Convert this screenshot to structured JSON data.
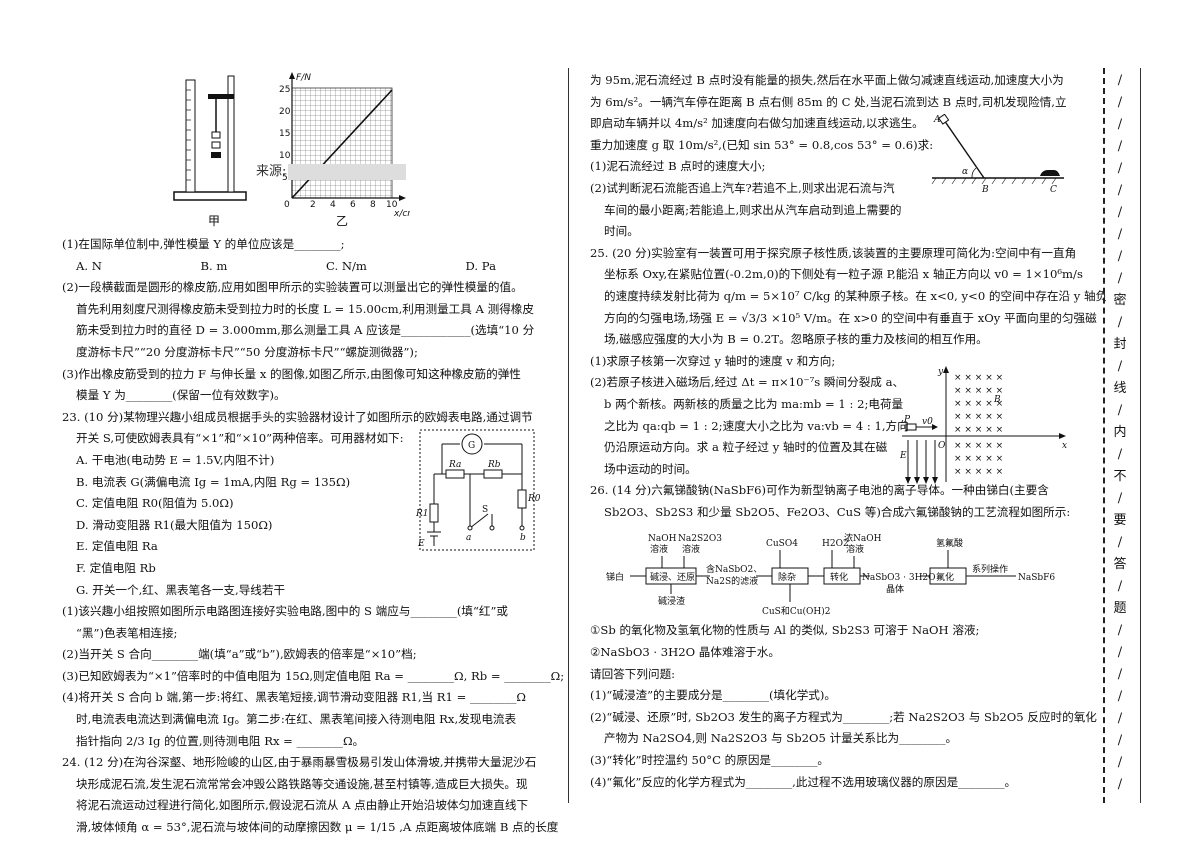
{
  "watermark": {
    "text": "来源:"
  },
  "fig22": {
    "label_jia": "甲",
    "label_yi": "乙",
    "axis_y": "F/N",
    "axis_x": "x/cm",
    "yticks": [
      "25",
      "20",
      "15",
      "10",
      "5",
      "0"
    ],
    "xticks": [
      "0",
      "2",
      "4",
      "6",
      "8",
      "10"
    ]
  },
  "q22": {
    "p1": "(1)在国际单位制中,弹性模量 Y 的单位应该是________;",
    "opts": [
      "A. N",
      "B. m",
      "C. N/m",
      "D. Pa"
    ],
    "p2a": "(2)一段横截面是圆形的橡皮筋,应用如图甲所示的实验装置可以测量出它的弹性模量的值。",
    "p2b": "首先利用刻度尺测得橡皮筋未受到拉力时的长度 L = 15.00cm,利用测量工具 A 测得橡皮",
    "p2c": "筋未受到拉力时的直径 D = 3.000mm,那么测量工具 A 应该是____________(选填“10 分",
    "p2d": "度游标卡尺”“20 分度游标卡尺”“50 分度游标卡尺”“螺旋测微器”);",
    "p3a": "(3)作出橡皮筋受到的拉力 F 与伸长量 x 的图像,如图乙所示,由图像可知这种橡皮筋的弹性",
    "p3b": "模量 Y 为________(保留一位有效数字)。"
  },
  "q23": {
    "l1": "23. (10 分)某物理兴趣小组成员根据手头的实验器材设计了如图所示的欧姆表电路,通过调节",
    "l2": "开关 S,可使欧姆表具有“×1”和“×10”两种倍率。可用器材如下:",
    "items": [
      "A. 干电池(电动势 E = 1.5V,内阻不计)",
      "B. 电流表 G(满偏电流 Ig = 1mA,内阻 Rg = 135Ω)",
      "C. 定值电阻 R0(阻值为 5.0Ω)",
      "D. 滑动变阻器 R1(最大阻值为 150Ω)",
      "E. 定值电阻 Ra",
      "F. 定值电阻 Rb",
      "G. 开关一个,红、黑表笔各一支,导线若干"
    ],
    "s1a": "(1)该兴趣小组按照如图所示电路图连接好实验电路,图中的 S 端应与________(填“红”或",
    "s1b": "“黑”)色表笔相连接;",
    "s2": "(2)当开关 S 合向________端(填“a”或“b”),欧姆表的倍率是“×10”档;",
    "s3": "(3)已知欧姆表为“×1”倍率时的中值电阻为 15Ω,则定值电阻 Ra = ________Ω, Rb = ________Ω;",
    "s4a": "(4)将开关 S 合向 b 端,第一步:将红、黑表笔短接,调节滑动变阻器 R1,当 R1 = ________Ω",
    "s4b": "时,电流表电流达到满偏电流 Ig。第二步:在红、黑表笔间接入待测电阻 Rx,发现电流表",
    "s4c": "指针指向 2/3 Ig 的位置,则待测电阻 Rx = ________Ω。",
    "circuit": {
      "G": "G",
      "Ra": "Ra",
      "Rb": "Rb",
      "R0": "R0",
      "R1": "R1",
      "E": "E",
      "S": "S",
      "a": "a",
      "b": "b"
    }
  },
  "q24": {
    "l1": "24. (12 分)在沟谷深壑、地形险峻的山区,由于暴雨暴雪极易引发山体滑坡,并携带大量泥沙石",
    "l2": "块形成泥石流,发生泥石流常常会冲毁公路铁路等交通设施,甚至村镇等,造成巨大损失。现",
    "l3": "将泥石流运动过程进行简化,如图所示,假设泥石流从 A 点由静止开始沿坡体匀加速直线下",
    "l4": "滑,坡体倾角 α = 53°,泥石流与坡体间的动摩擦因数 μ = 1/15 ,A 点距离坡体底端 B 点的长度",
    "r1": "为 95m,泥石流经过 B 点时没有能量的损失,然后在水平面上做匀减速直线运动,加速度大小为",
    "r2": "为 6m/s²。一辆汽车停在距离 B 点右侧 85m 的 C 处,当泥石流到达 B 点时,司机发现险情,立",
    "r3": "即启动车辆并以 4m/s² 加速度向右做匀加速直线运动,以求逃生。",
    "r4": "重力加速度 g 取 10m/s²,(已知 sin 53° = 0.8,cos 53° = 0.6)求:",
    "s1": "(1)泥石流经过 B 点时的速度大小;",
    "s2a": "(2)试判断泥石流能否追上汽车?若追不上,则求出泥石流与汽",
    "s2b": "车间的最小距离;若能追上,则求出从汽车启动到追上需要的",
    "s2c": "时间。",
    "fig": {
      "A": "A",
      "alpha": "α",
      "B": "B",
      "C": "C"
    }
  },
  "q25": {
    "l1": "25. (20 分)实验室有一装置可用于探究原子核性质,该装置的主要原理可简化为:空间中有一直角",
    "l2": "坐标系 Oxy,在紧贴位置(-0.2m,0)的下侧处有一粒子源 P,能沿 x 轴正方向以 v0 = 1×10⁶m/s",
    "l3": "的速度持续发射比荷为 q/m = 5×10⁷ C/kg 的某种原子核。在 x<0, y<0 的空间中存在沿 y 轴负",
    "l4": "方向的匀强电场,场强 E = √3/3 ×10⁵ V/m。在 x>0 的空间中有垂直于 xOy 平面向里的匀强磁",
    "l5": "场,磁感应强度的大小为 B = 0.2T。忽略原子核的重力及核间的相互作用。",
    "s1": "(1)求原子核第一次穿过 y 轴时的速度 v 和方向;",
    "s2a": "(2)若原子核进入磁场后,经过 Δt = π×10⁻⁷s 瞬间分裂成 a、",
    "s2b": "b 两个新核。两新核的质量之比为 ma:mb = 1 : 2;电荷量",
    "s2c": "之比为 qa:qb = 1 : 2;速度大小之比为 va:vb = 4 : 1,方向",
    "s2d": "仍沿原运动方向。求 a 粒子经过 y 轴时的位置及其在磁",
    "s2e": "场中运动的时间。",
    "fig": {
      "y": "y",
      "x": "x",
      "O": "O",
      "P": "P",
      "v0": "v0",
      "E": "E",
      "B": "B"
    }
  },
  "q26": {
    "l1": "26. (14 分)六氟锑酸钠(NaSbF6)可作为新型钠离子电池的离子导体。一种由锑白(主要含",
    "l2": "Sb2O3、Sb2S3 和少量 Sb2O5、Fe2O3、CuS 等)合成六氟锑酸钠的工艺流程如图所示:",
    "flow": {
      "in1": "NaOH",
      "in1b": "溶液",
      "in2": "Na2S2O3",
      "in2b": "溶液",
      "start": "锑白",
      "box1": "碱浸、还原",
      "mid1": "含NaSbO2、",
      "mid1b": "Na2S的滤液",
      "residue": "碱浸渣",
      "in3": "CuSO4",
      "in4": "H2O2",
      "in5": "浓NaOH",
      "in5b": "溶液",
      "box2": "除杂",
      "box3": "转化",
      "mid2": "NaSbO3 · 3H2O",
      "mid2b": "晶体",
      "out2": "CuS和Cu(OH)2",
      "in6": "氢氟酸",
      "box4": "氟化",
      "op": "系列操作",
      "end": "NaSbF6"
    },
    "n1": "①Sb 的氧化物及氢氧化物的性质与 Al 的类似, Sb2S3 可溶于 NaOH 溶液;",
    "n2": "②NaSbO3 · 3H2O 晶体难溶于水。",
    "ask": "请回答下列问题:",
    "s1": "(1)“碱浸渣”的主要成分是________(填化学式)。",
    "s2a": "(2)“碱浸、还原”时, Sb2O3 发生的离子方程式为________;若 Na2S2O3 与 Sb2O5 反应时的氧化",
    "s2b": "产物为 Na2SO4,则 Na2S2O3 与 Sb2O5 计量关系比为________。",
    "s3": "(3)“转化”时控温约 50°C 的原因是________。",
    "s4": "(4)“氟化”反应的化学方程式为________,此过程不选用玻璃仪器的原因是________。"
  },
  "seal": {
    "chars": [
      "密",
      "封",
      "线",
      "内",
      "不",
      "要",
      "答",
      "题"
    ]
  }
}
